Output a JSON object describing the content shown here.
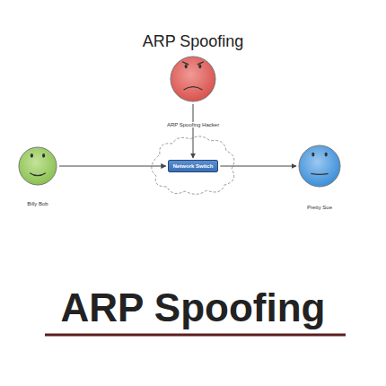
{
  "diagram": {
    "title": "ARP Spoofing",
    "caption": "ARP Spoofing",
    "nodes": [
      {
        "text": [
          "ARP Spoofing Hacker"
        ]
      },
      {
        "text": [
          "Billy Bob"
        ]
      },
      {
        "text": [
          "Network Switch"
        ]
      },
      {
        "text": [
          "Pretty Sue"
        ]
      }
    ],
    "edges": [
      {
        "from": 0,
        "to": 2,
        "arrow": "to"
      },
      {
        "from": 1,
        "to": 2,
        "arrow": "to"
      },
      {
        "from": 2,
        "to": 3,
        "arrow": "to"
      }
    ]
  }
}
